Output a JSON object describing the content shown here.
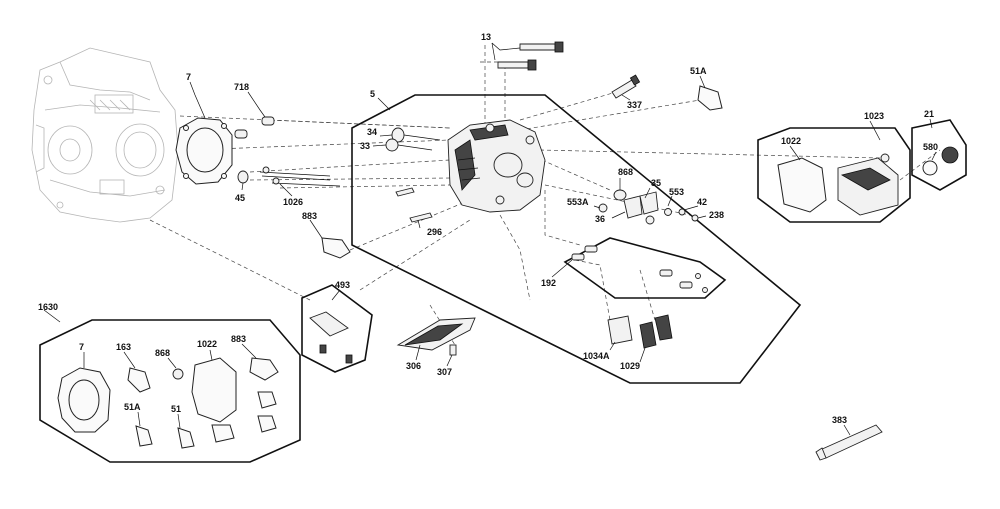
{
  "labels": {
    "p13": "13",
    "p7": "7",
    "p718": "718",
    "p5": "5",
    "p51A": "51A",
    "p337": "337",
    "p34": "34",
    "p33": "33",
    "p45": "45",
    "p1026": "1026",
    "p1023": "1023",
    "p21": "21",
    "p1022": "1022",
    "p580": "580",
    "p868": "868",
    "p35": "35",
    "p553A": "553A",
    "p553": "553",
    "p42": "42",
    "p36": "36",
    "p238": "238",
    "p883": "883",
    "p296": "296",
    "p192": "192",
    "p493": "493",
    "p1630": "1630",
    "p1034A": "1034A",
    "p1029": "1029",
    "p306": "306",
    "p307": "307",
    "kit7": "7",
    "kit163": "163",
    "kit868": "868",
    "kit1022": "1022",
    "kit883": "883",
    "kit51A": "51A",
    "kit51": "51",
    "p383": "383"
  }
}
